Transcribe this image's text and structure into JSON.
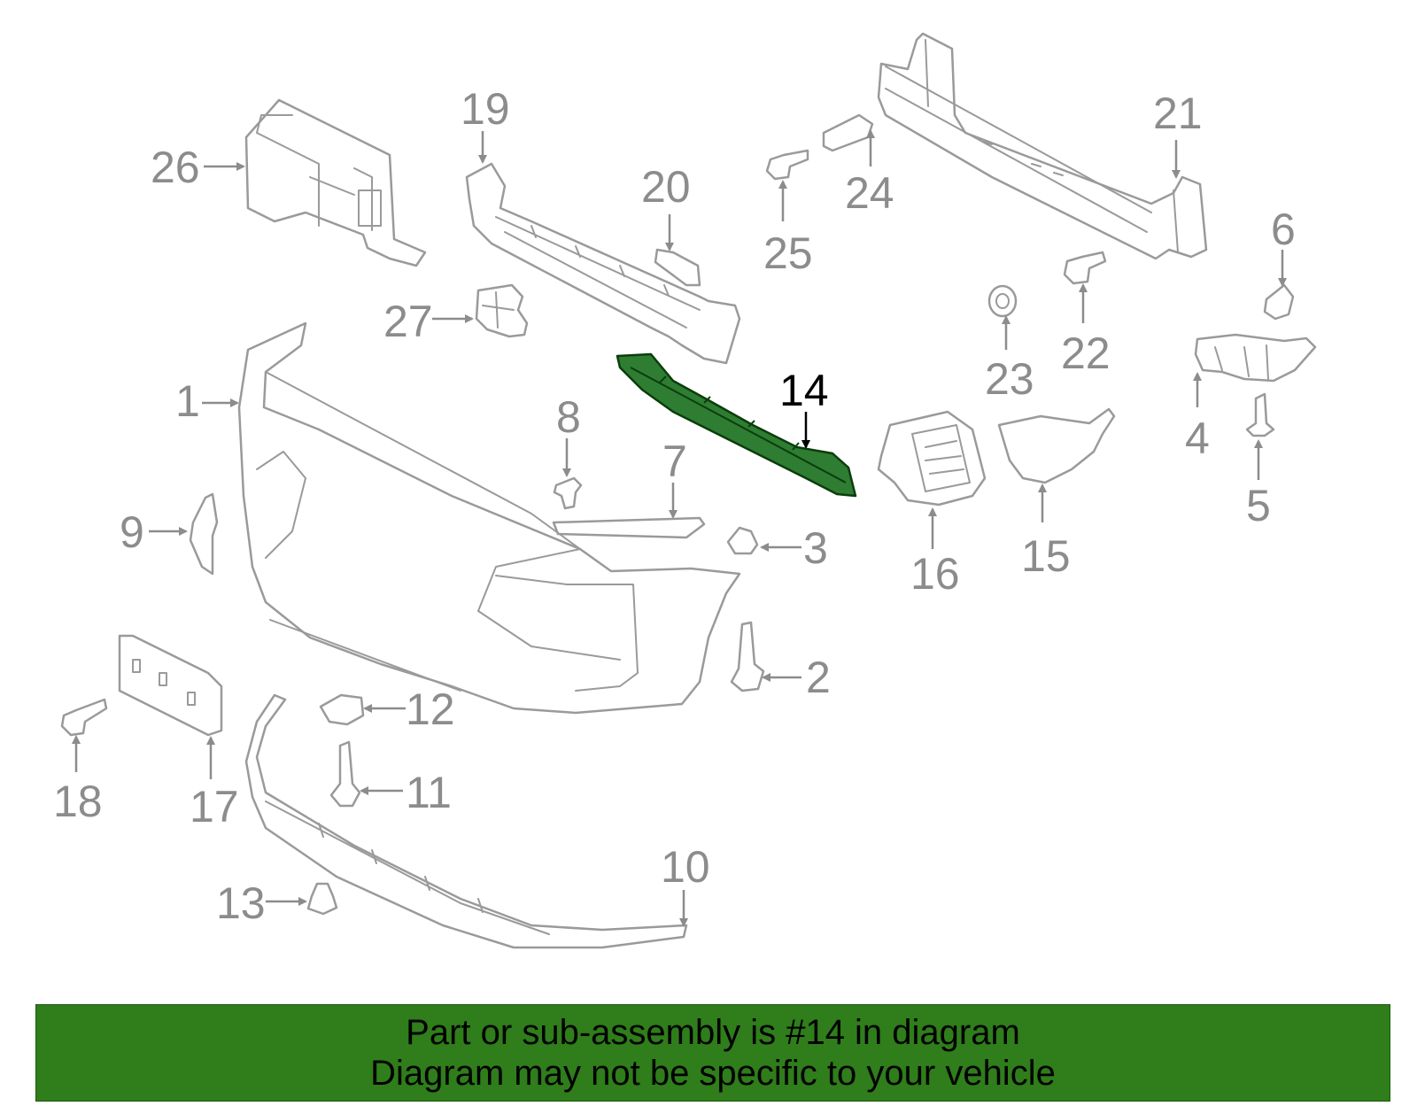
{
  "banner": {
    "line1": "Part or sub-assembly is #14 in diagram",
    "line2": "Diagram may not be specific to your vehicle"
  },
  "highlighted_part": "14",
  "colors": {
    "banner_bg": "#2f7d1b",
    "highlight_part": "#2e7d32",
    "part_outline": "#9a9a9a",
    "callout_text": "#8c8c8c",
    "highlight_text": "#000000"
  },
  "callouts": [
    {
      "id": "c1",
      "label": "1"
    },
    {
      "id": "c2",
      "label": "2"
    },
    {
      "id": "c3",
      "label": "3"
    },
    {
      "id": "c4",
      "label": "4"
    },
    {
      "id": "c5",
      "label": "5"
    },
    {
      "id": "c6",
      "label": "6"
    },
    {
      "id": "c7",
      "label": "7"
    },
    {
      "id": "c8",
      "label": "8"
    },
    {
      "id": "c9",
      "label": "9"
    },
    {
      "id": "c10",
      "label": "10"
    },
    {
      "id": "c11",
      "label": "11"
    },
    {
      "id": "c12",
      "label": "12"
    },
    {
      "id": "c13",
      "label": "13"
    },
    {
      "id": "c14",
      "label": "14"
    },
    {
      "id": "c15",
      "label": "15"
    },
    {
      "id": "c16",
      "label": "16"
    },
    {
      "id": "c17",
      "label": "17"
    },
    {
      "id": "c18",
      "label": "18"
    },
    {
      "id": "c19",
      "label": "19"
    },
    {
      "id": "c20",
      "label": "20"
    },
    {
      "id": "c21",
      "label": "21"
    },
    {
      "id": "c22",
      "label": "22"
    },
    {
      "id": "c23",
      "label": "23"
    },
    {
      "id": "c24",
      "label": "24"
    },
    {
      "id": "c25",
      "label": "25"
    },
    {
      "id": "c26",
      "label": "26"
    },
    {
      "id": "c27",
      "label": "27"
    }
  ]
}
